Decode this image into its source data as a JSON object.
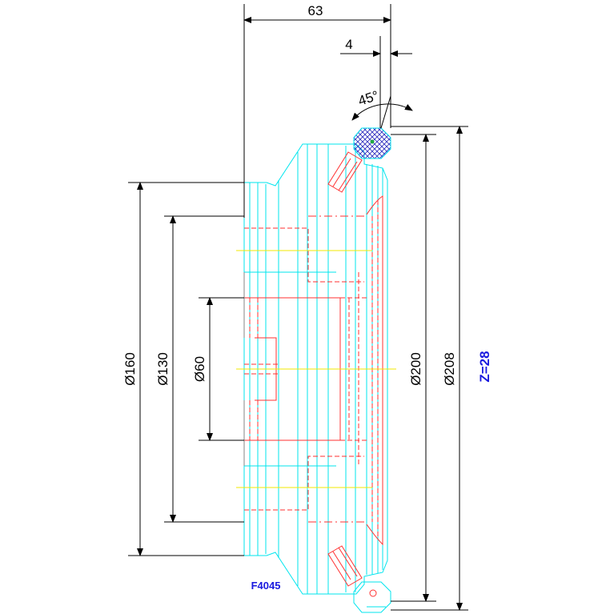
{
  "labels": {
    "dim_63": "63",
    "dim_4": "4",
    "dim_45": "45°",
    "dim_160": "Ø160",
    "dim_130": "Ø130",
    "dim_60": "Ø60",
    "dim_200": "Ø200",
    "dim_208": "Ø208",
    "teeth": "Z=28",
    "part_code": "F4045"
  },
  "colors": {
    "dimension": "#000000",
    "outline": "#00e5ee",
    "hidden": "#ff3030",
    "centerline": "#f2e800",
    "annotation": "#1a1adf",
    "hatch": "#3030c0"
  }
}
